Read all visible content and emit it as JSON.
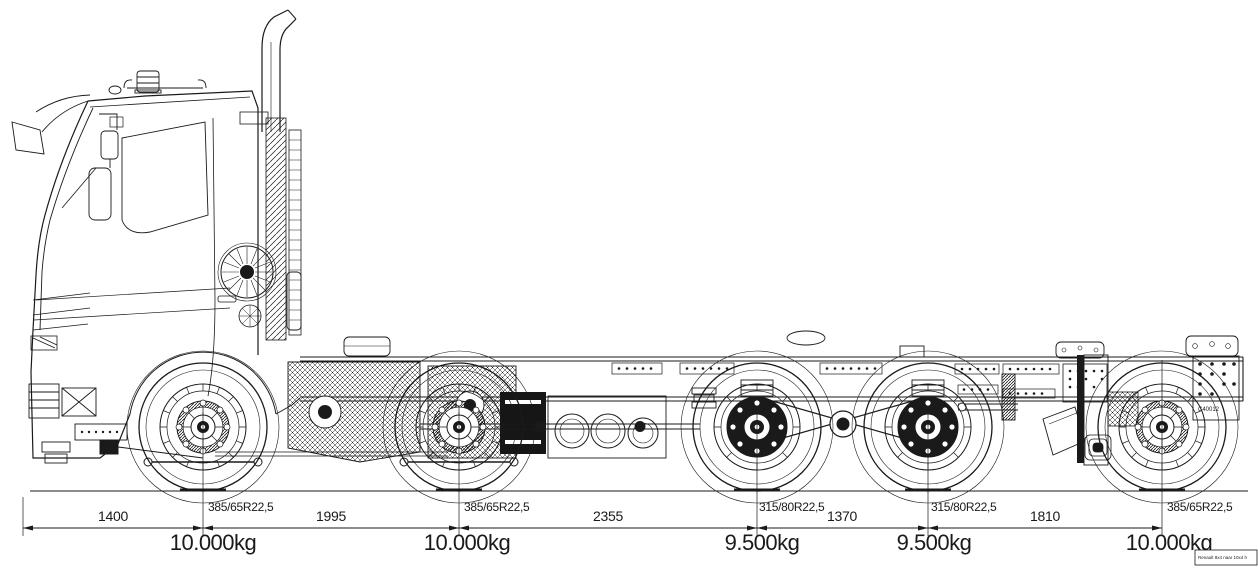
{
  "drawing": {
    "kind": "truck-chassis-side-view-blueprint",
    "colors": {
      "ink": "#1a1a1a",
      "background": "#ffffff"
    },
    "axles": [
      {
        "tire": "385/65R22,5",
        "load": "10.000kg"
      },
      {
        "tire": "385/65R22,5",
        "load": "10.000kg"
      },
      {
        "tire": "315/80R22,5",
        "load": "9.500kg"
      },
      {
        "tire": "315/80R22,5",
        "load": "9.500kg"
      },
      {
        "tire": "385/65R22,5",
        "load": "10.000kg"
      }
    ],
    "axle_spacings_mm": [
      "1400",
      "1995",
      "2355",
      "1370",
      "1810"
    ],
    "component_code": "C40012",
    "title_block_text": "Renault 8x4 naar 10x4 h"
  }
}
